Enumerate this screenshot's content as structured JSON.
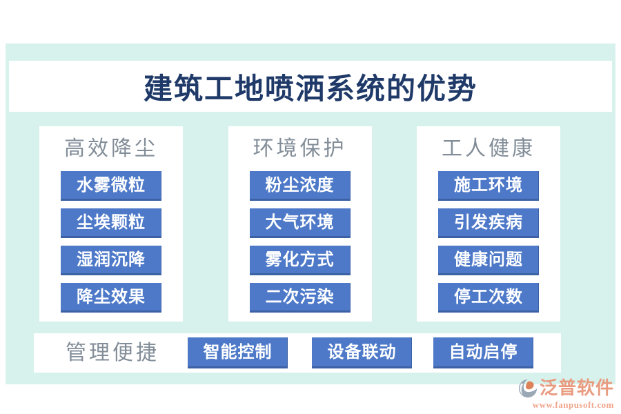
{
  "page": {
    "title": "建筑工地喷洒系统的优势"
  },
  "columns": [
    {
      "header": "高效降尘",
      "items": [
        "水雾微粒",
        "尘埃颗粒",
        "湿润沉降",
        "降尘效果"
      ]
    },
    {
      "header": "环境保护",
      "items": [
        "粉尘浓度",
        "大气环境",
        "雾化方式",
        "二次污染"
      ]
    },
    {
      "header": "工人健康",
      "items": [
        "施工环境",
        "引发疾病",
        "健康问题",
        "停工次数"
      ]
    }
  ],
  "bottom_bar": {
    "header": "管理便捷",
    "items": [
      "智能控制",
      "设备联动",
      "自动启停"
    ]
  },
  "watermark": {
    "brand": "泛普软件",
    "url": "www.fanpusoft.com"
  },
  "colors": {
    "background_mint": "#d7f2ec",
    "panel_white": "#ffffff",
    "node_blue": "#4d79c8",
    "title_navy": "#1f3a68",
    "header_gray": "#828d98",
    "watermark_salmon": "#e99b80",
    "watermark_icon_gray": "#9aa8b6",
    "watermark_icon_orange": "#de8259"
  }
}
